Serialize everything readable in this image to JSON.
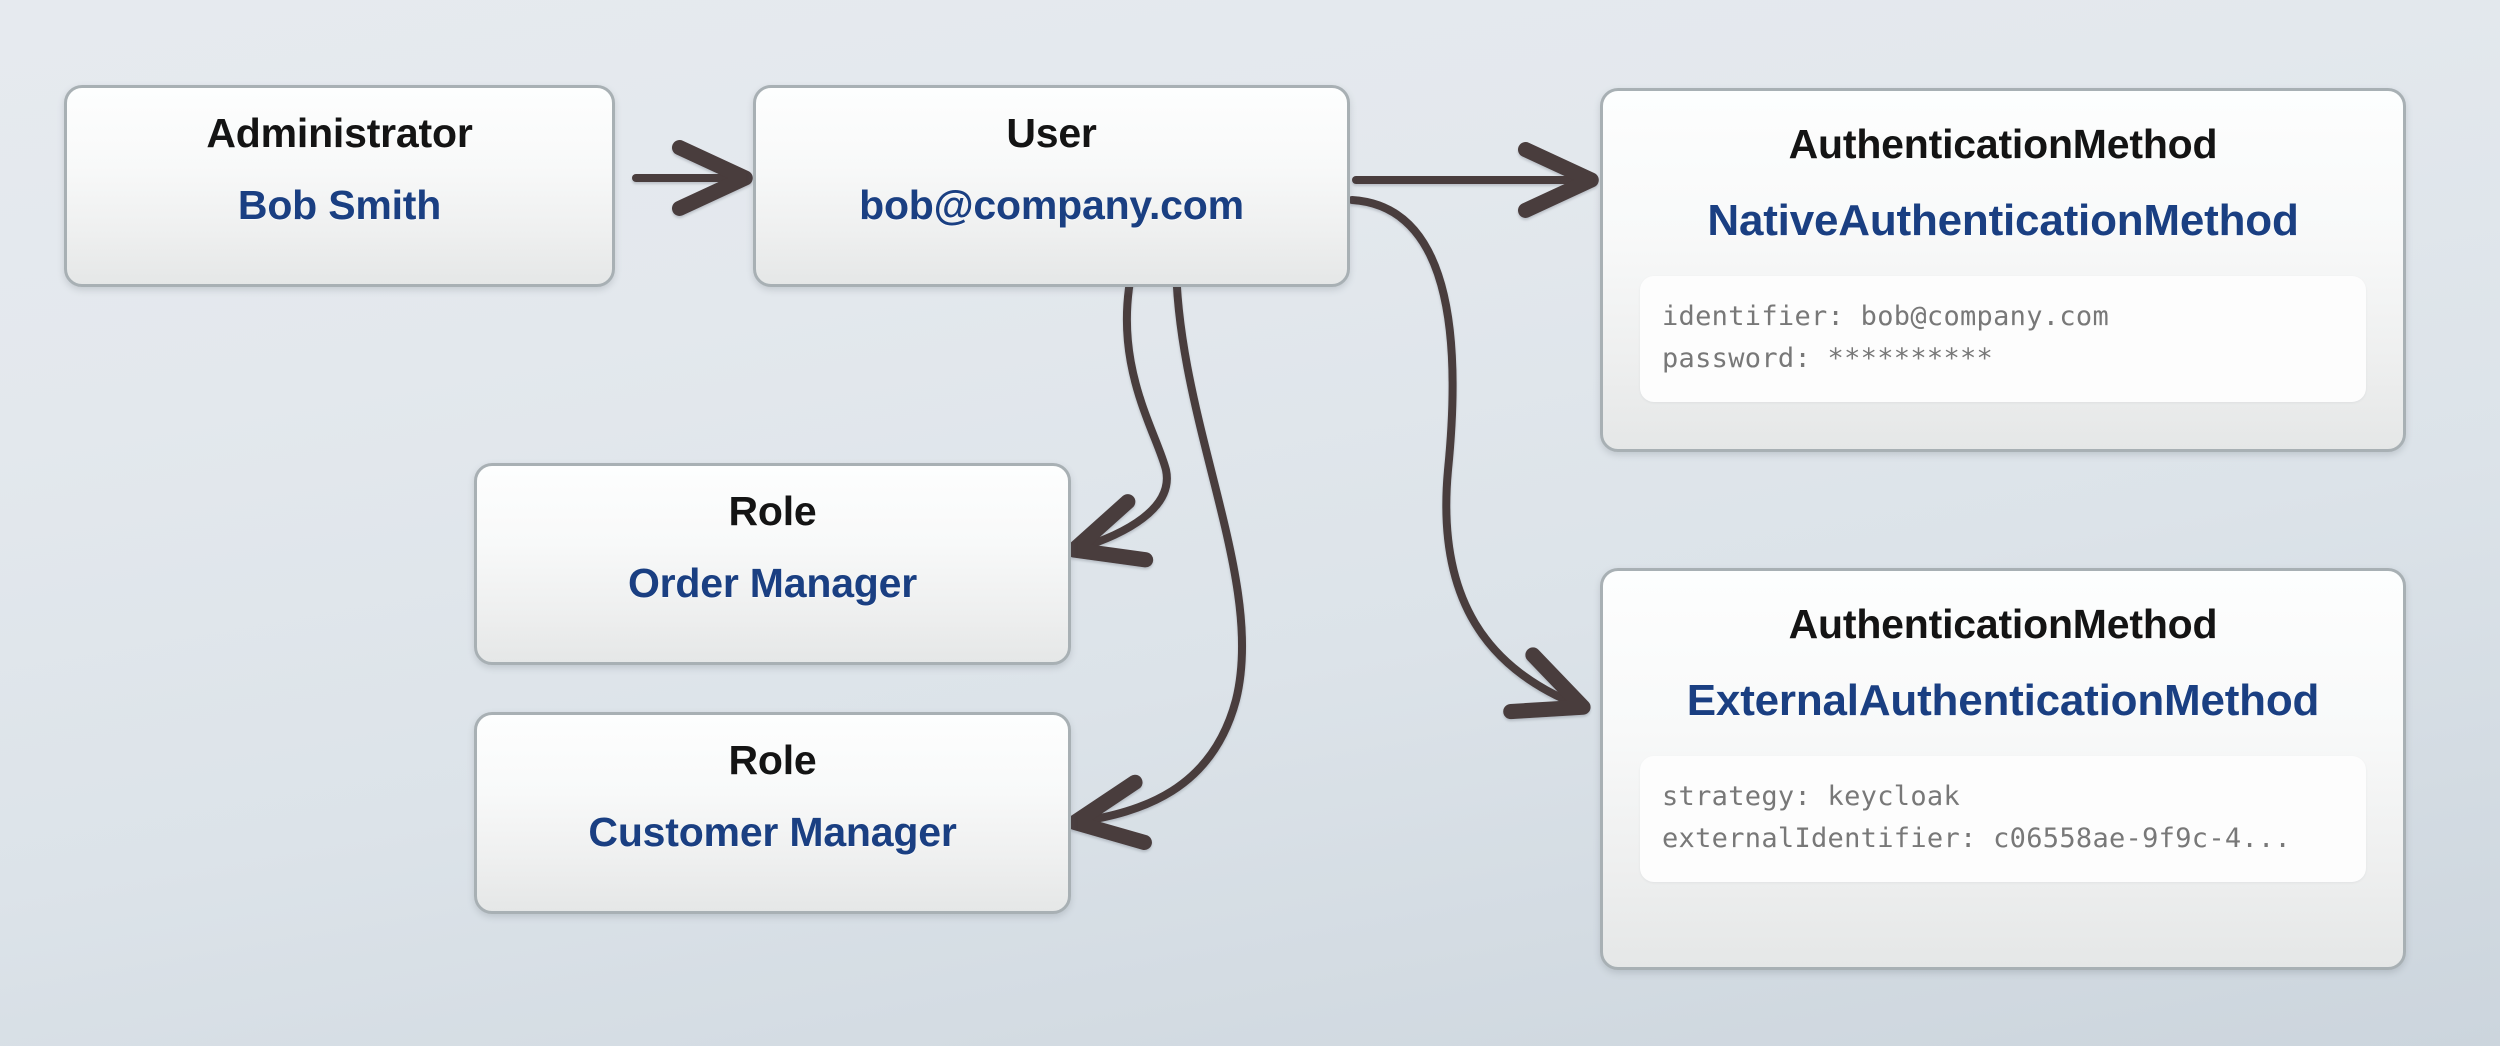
{
  "diagram": {
    "type": "entity-relationship",
    "background_top_color": "#e6eaef",
    "background_bottom_color": "#ccd5dd",
    "node_border_color": "#a8b0b4",
    "title_color": "#141414",
    "value_color": "#1a3f82",
    "detail_text_color": "#787878",
    "arrow_color": "#4a3c3c"
  },
  "nodes": {
    "administrator": {
      "title": "Administrator",
      "value": "Bob Smith"
    },
    "user": {
      "title": "User",
      "value": "bob@company.com"
    },
    "role_order": {
      "title": "Role",
      "value": "Order Manager"
    },
    "role_customer": {
      "title": "Role",
      "value": "Customer Manager"
    },
    "auth_native": {
      "title": "AuthenticationMethod",
      "value": "NativeAuthenticationMethod",
      "details": [
        "identifier: bob@company.com",
        "password: **********"
      ]
    },
    "auth_external": {
      "title": "AuthenticationMethod",
      "value": "ExternalAuthenticationMethod",
      "details": [
        "strategy: keycloak",
        "externalIdentifier: c06558ae-9f9c-4..."
      ]
    }
  },
  "edges": [
    {
      "from": "administrator",
      "to": "user",
      "style": "straight"
    },
    {
      "from": "user",
      "to": "auth_native",
      "style": "straight"
    },
    {
      "from": "user",
      "to": "auth_external",
      "style": "curved"
    },
    {
      "from": "user",
      "to": "role_order",
      "style": "curved"
    },
    {
      "from": "user",
      "to": "role_customer",
      "style": "curved"
    }
  ]
}
